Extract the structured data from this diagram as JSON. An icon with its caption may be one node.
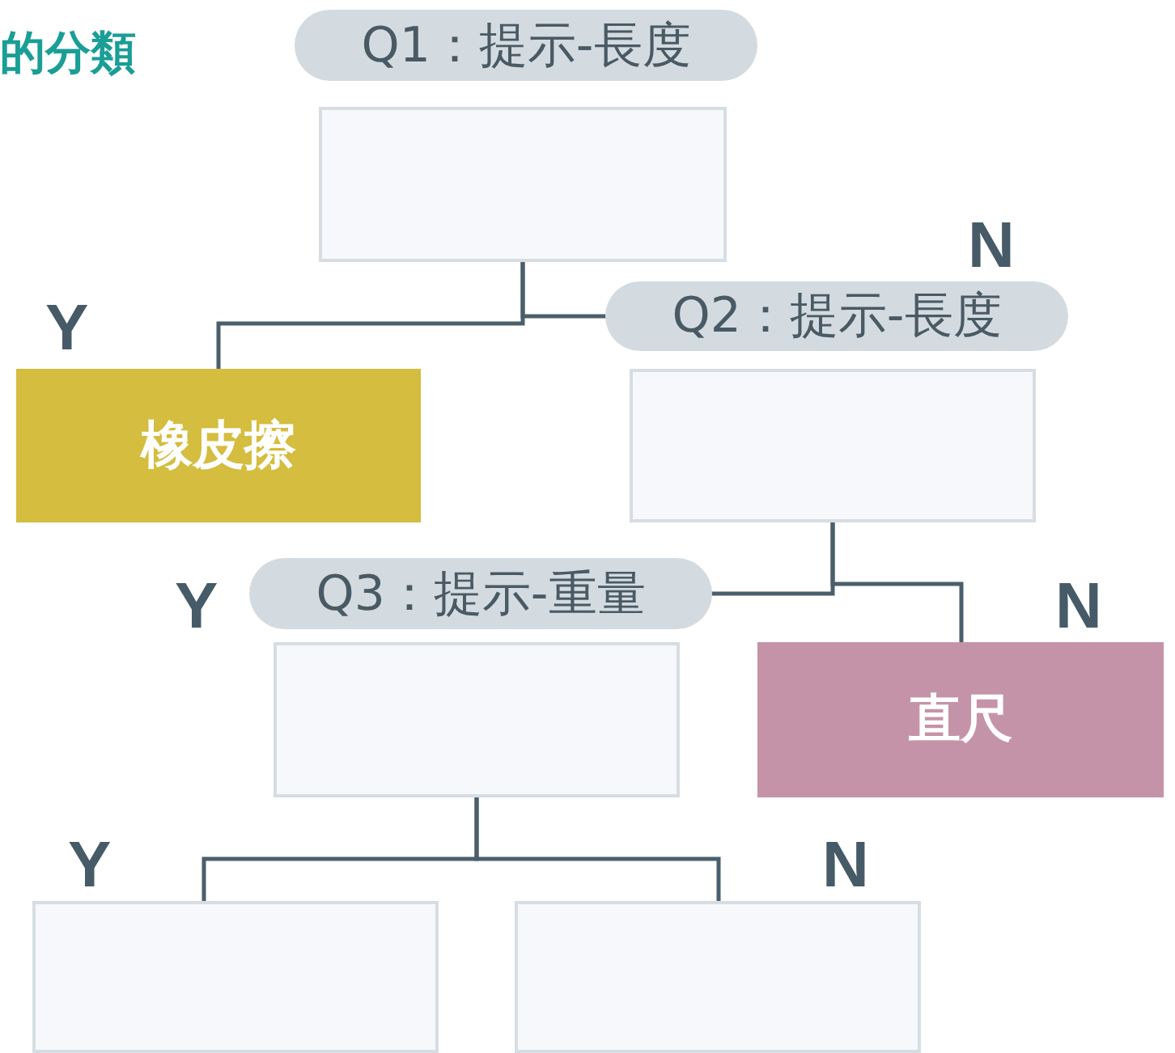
{
  "diagram": {
    "title": "的分類",
    "nodes": [
      {
        "text": [
          "Q1：提示-長度"
        ]
      },
      {
        "text": [
          "橡皮擦"
        ]
      },
      {
        "text": [
          "Q2：提示-長度"
        ]
      },
      {
        "text": [
          "Q3：提示-重量"
        ]
      },
      {
        "text": [
          "直尺"
        ]
      },
      {
        "text": [],
        "shape": "box"
      },
      {
        "text": [],
        "shape": "box"
      }
    ],
    "edges": [
      {
        "from": 0,
        "to": 1,
        "arrow": "none",
        "label": "Y"
      },
      {
        "from": 0,
        "to": 2,
        "arrow": "none",
        "label": "N"
      },
      {
        "from": 2,
        "to": 3,
        "arrow": "none",
        "label": "Y"
      },
      {
        "from": 2,
        "to": 4,
        "arrow": "none",
        "label": "N"
      },
      {
        "from": 3,
        "to": 5,
        "arrow": "none",
        "label": "Y"
      },
      {
        "from": 3,
        "to": 6,
        "arrow": "none",
        "label": "N"
      }
    ]
  }
}
